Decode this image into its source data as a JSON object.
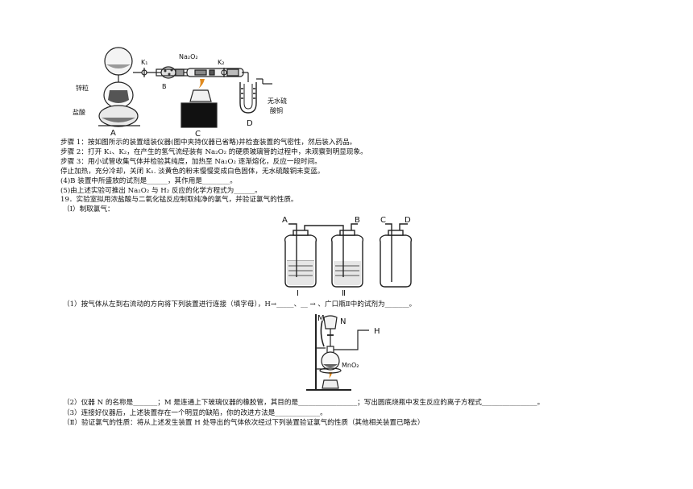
{
  "figure1": {
    "labels": {
      "K1": "K₁",
      "Na2O2": "Na₂O₂",
      "K2": "K₂",
      "zinc": "锌粒",
      "acid": "盐酸",
      "B": "B",
      "A": "A",
      "C": "C",
      "D": "D",
      "cuso4_line1": "无水硫",
      "cuso4_line2": "酸铜"
    }
  },
  "text_block_1": {
    "step1": "步骤 1：按如图所示的装置组装仪器(图中夹持仪器已省略)并检查装置的气密性，然后装入药品。",
    "step2": "步骤 2：打开 K₁、K₂，在产生的氢气流经装有 Na₂O₂ 的硬质玻璃管的过程中，未观察到明显现象。",
    "step3": "步骤 3：用小试管收集气体并检验其纯度，加热至 Na₂O₂ 逐渐熔化，反应一段时间。",
    "step3b": "停止加热，充分冷却，关闭 K₁. 淡黄色的粉末慢慢变成白色固体，无水硫酸铜未变蓝。",
    "q4": "(4)B 装置中所盛放的试剂是______，其作用是________。",
    "q5": "(5)由上述实验可推出 Na₂O₂ 与 H₂ 反应的化学方程式为______。",
    "q19": "19．实验室拟用浓盐酸与二氧化锰反应制取纯净的氯气，并验证氯气的性质。",
    "part1": "（Ⅰ）制取氯气："
  },
  "figure2": {
    "labels": {
      "A": "A",
      "B": "B",
      "C": "C",
      "D": "D",
      "I": "Ⅰ",
      "II": "Ⅱ"
    }
  },
  "question_1": "（1）按气体从左到右流动的方向将下列装置进行连接（填字母），H→_____、__     →     、广口瓶Ⅱ中的试剂为_______。",
  "figure3": {
    "labels": {
      "M": "M",
      "N": "N",
      "H": "H",
      "MnO2": "MnO₂"
    }
  },
  "text_block_2": {
    "q2": "（2）仪器 N 的名称是_______；M 是连通上下玻璃仪器的橡胶管，其目的是_________________；写出圆底烧瓶中发生反应的离子方程式________________。",
    "q3": "（3）连接好仪器后，上述装置存在一个明显的缺陷，你的改进方法是_____________。",
    "part2": "（Ⅱ）验证氯气的性质：将从上述发生装置 H 处导出的气体依次经过下列装置验证氯气的性质（其他相关装置已略去）"
  }
}
